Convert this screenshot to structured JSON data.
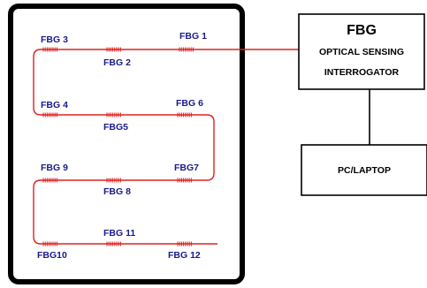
{
  "diagram": {
    "interrogator": {
      "title": "FBG",
      "line1": "OPTICAL SENSING",
      "line2": "INTERROGATOR"
    },
    "computer": {
      "label": "PC/LAPTOP"
    },
    "sensors": [
      {
        "id": "fbg1",
        "label": "FBG 1"
      },
      {
        "id": "fbg2",
        "label": "FBG 2"
      },
      {
        "id": "fbg3",
        "label": "FBG 3"
      },
      {
        "id": "fbg4",
        "label": "FBG 4"
      },
      {
        "id": "fbg5",
        "label": "FBG5"
      },
      {
        "id": "fbg6",
        "label": "FBG 6"
      },
      {
        "id": "fbg7",
        "label": "FBG7"
      },
      {
        "id": "fbg8",
        "label": "FBG 8"
      },
      {
        "id": "fbg9",
        "label": "FBG 9"
      },
      {
        "id": "fbg10",
        "label": "FBG10"
      },
      {
        "id": "fbg11",
        "label": "FBG 11"
      },
      {
        "id": "fbg12",
        "label": "FBG 12"
      }
    ],
    "colors": {
      "fiber": "#e02020",
      "label": "#1a1a8c",
      "frame": "#000000"
    }
  }
}
